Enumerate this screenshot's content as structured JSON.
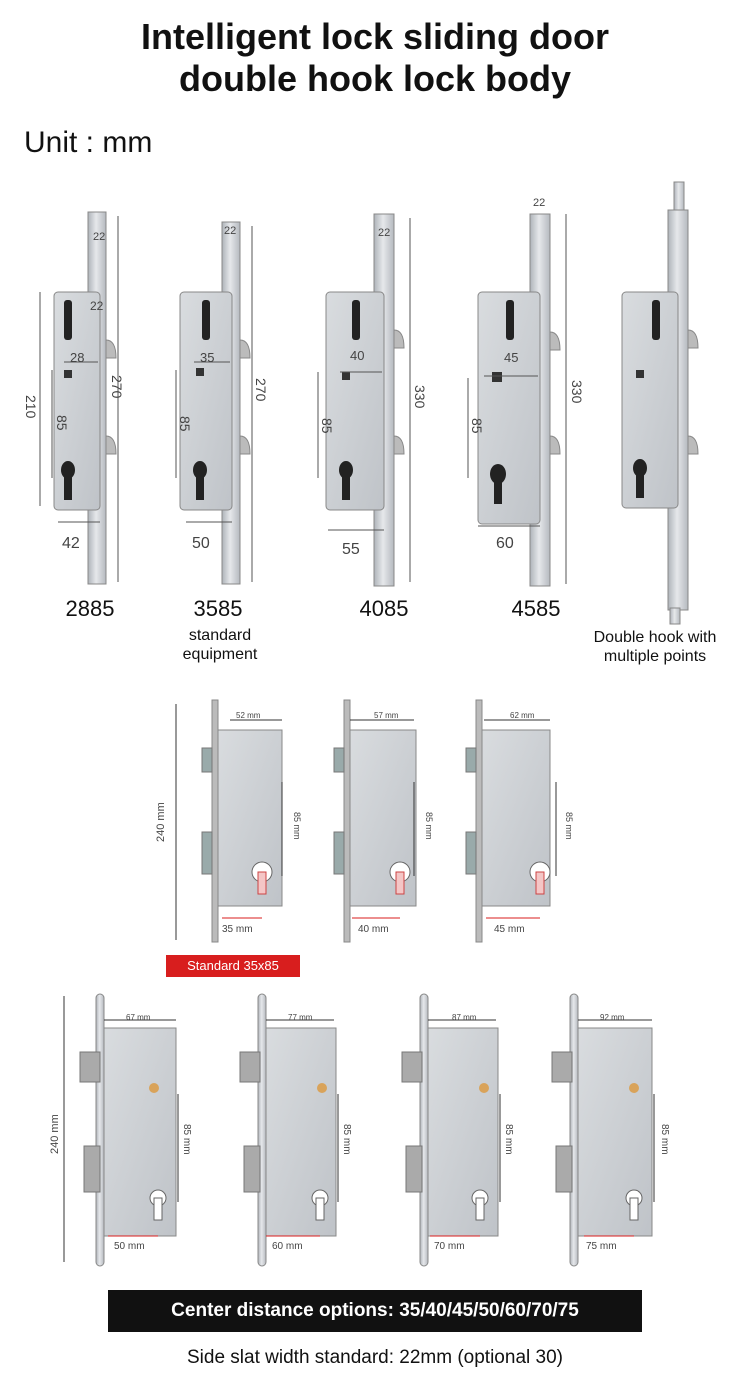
{
  "title_line1": "Intelligent lock sliding door",
  "title_line2": "double hook lock body",
  "unit": "Unit : mm",
  "top_locks": [
    {
      "code": "2885",
      "dims": {
        "height": "270",
        "body": "210",
        "backset": "28",
        "center": "85",
        "face": "42",
        "slat": "22"
      }
    },
    {
      "code": "3585",
      "caption": "standard equipment",
      "dims": {
        "height": "270",
        "backset": "35",
        "center": "85",
        "face": "50",
        "slat": "22"
      }
    },
    {
      "code": "4085",
      "dims": {
        "height": "330",
        "backset": "40",
        "center": "85",
        "face": "55",
        "slat": "22"
      }
    },
    {
      "code": "4585",
      "dims": {
        "height": "330",
        "backset": "45",
        "center": "85",
        "face": "60",
        "slat": "22"
      }
    },
    {
      "caption": "Double hook with multiple points"
    }
  ],
  "mid_locks": {
    "height_label": "240 mm",
    "center_label": "85 mm",
    "items": [
      {
        "width": "52 mm",
        "backset": "35 mm"
      },
      {
        "width": "57 mm",
        "backset": "40 mm"
      },
      {
        "width": "62 mm",
        "backset": "45 mm"
      }
    ],
    "badge": "Standard 35x85"
  },
  "bottom_locks": {
    "height_label": "240 mm",
    "center_label": "85 mm",
    "items": [
      {
        "width": "67 mm",
        "backset": "50 mm"
      },
      {
        "width": "77 mm",
        "backset": "60 mm"
      },
      {
        "width": "87 mm",
        "backset": "70 mm"
      },
      {
        "width": "92 mm",
        "backset": "75 mm"
      }
    ]
  },
  "center_options": "Center distance options: 35/40/45/50/60/70/75",
  "side_slat": "Side slat width standard: 22mm (optional 30)",
  "colors": {
    "accent_red": "#d81e1e",
    "bar_black": "#111111",
    "steel": "#c9ccd1"
  }
}
